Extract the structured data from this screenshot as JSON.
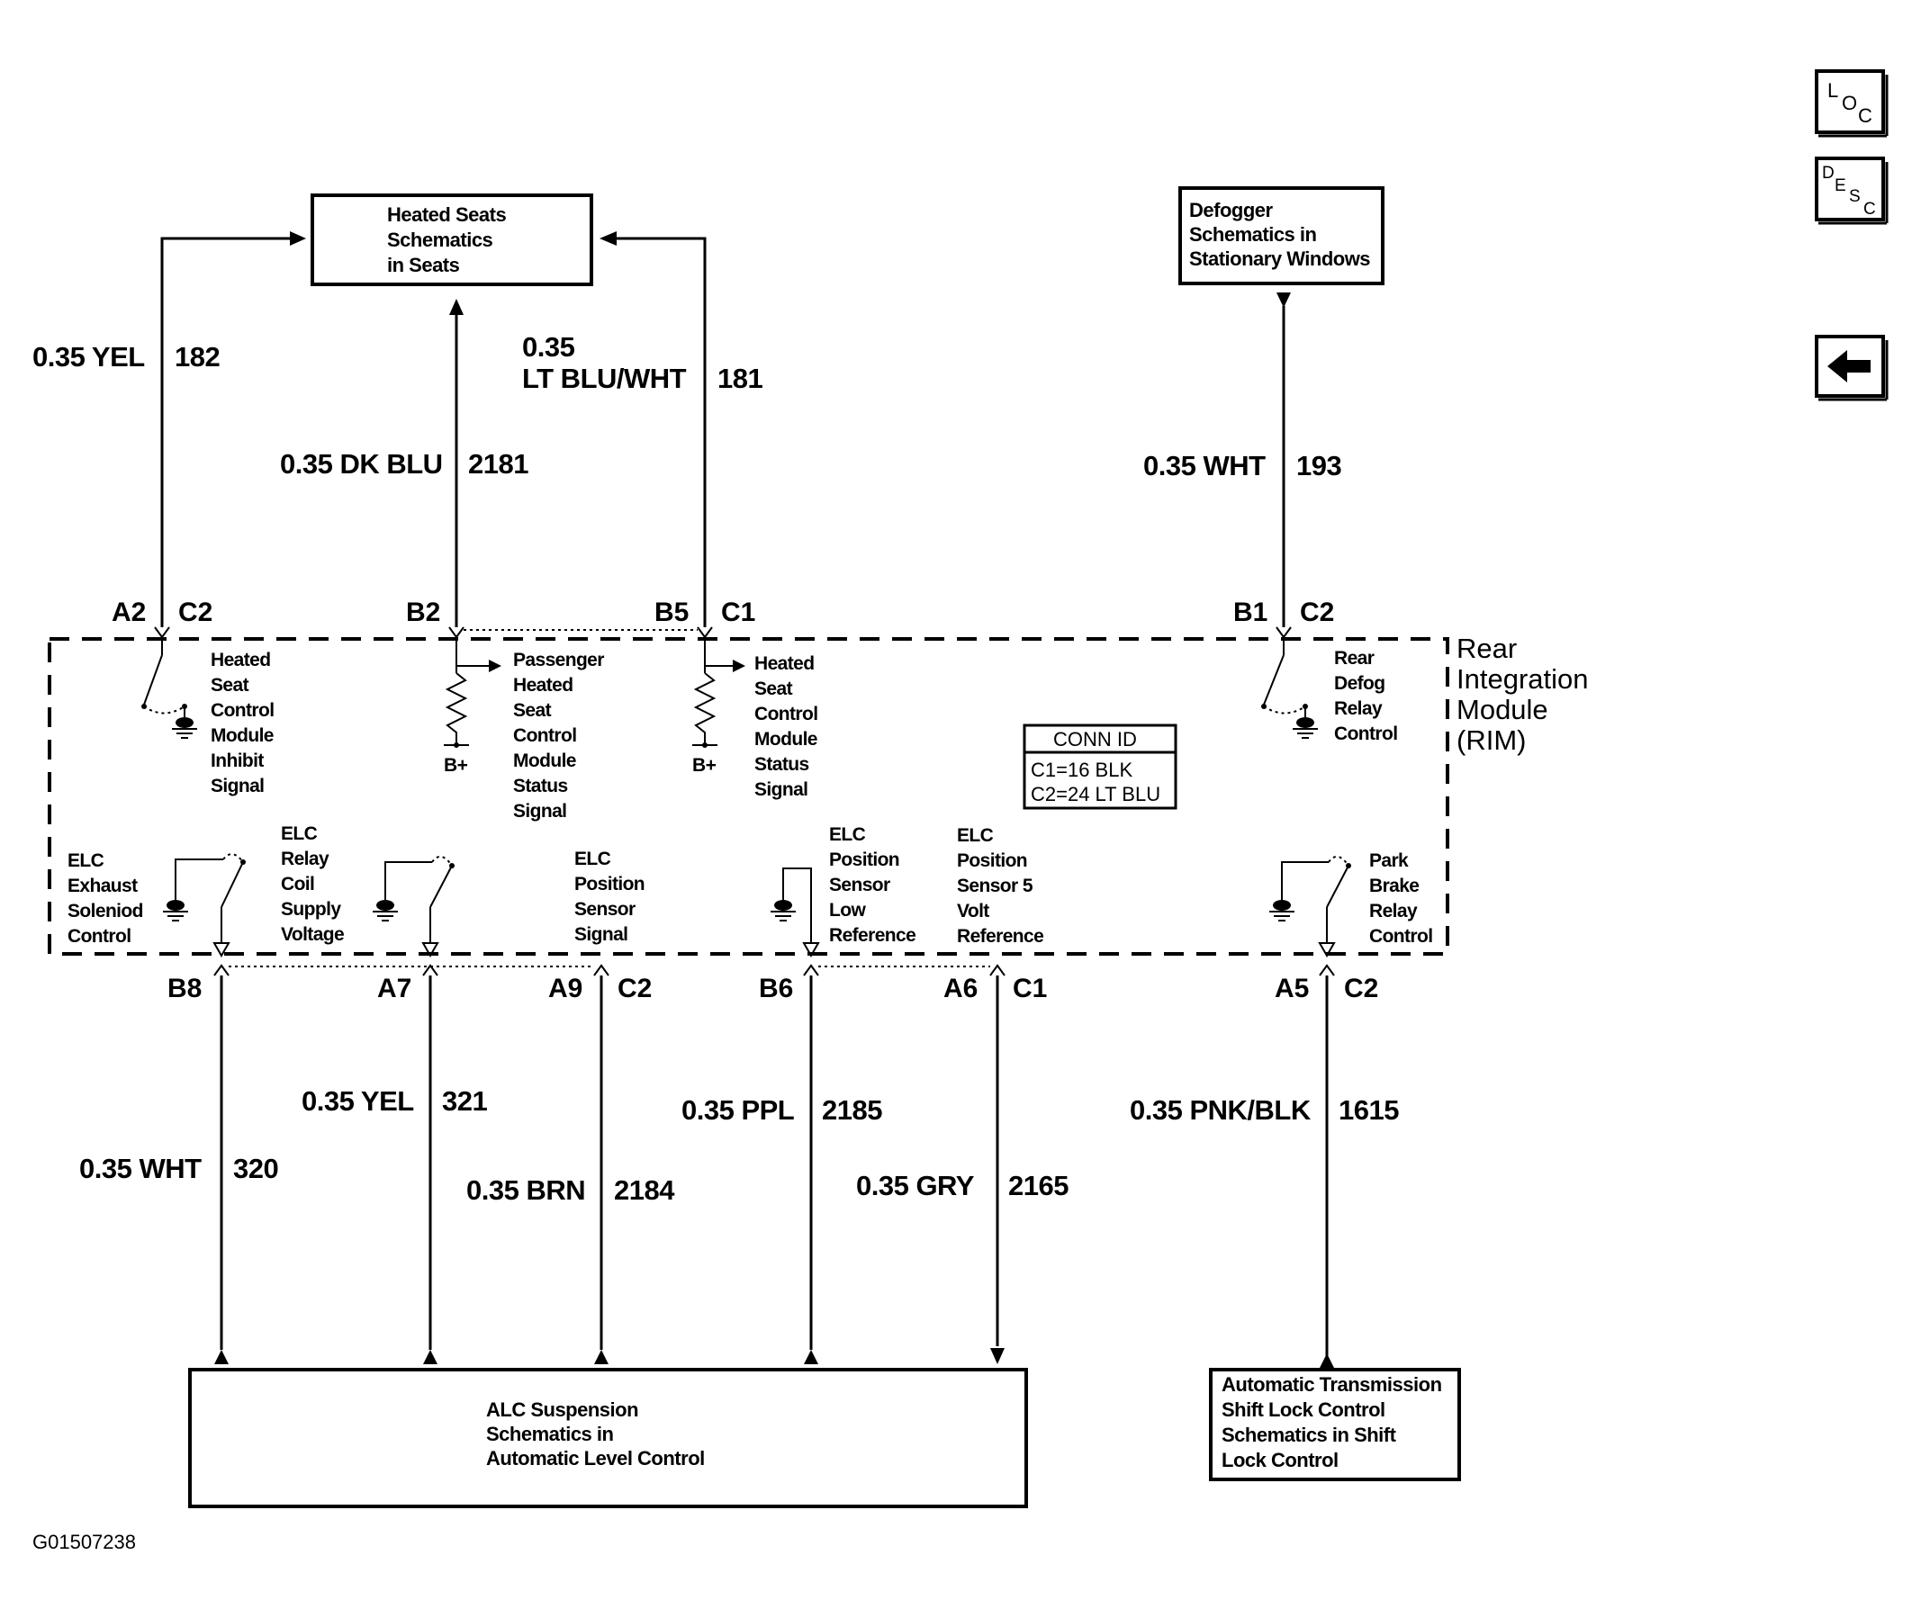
{
  "boxes": {
    "heated_seats": [
      "Heated Seats",
      "Schematics",
      "in Seats"
    ],
    "defogger": [
      "Defogger",
      "Schematics in",
      "Stationary Windows"
    ],
    "alc": [
      "ALC Suspension",
      "Schematics in",
      "Automatic Level Control"
    ],
    "trans": [
      "Automatic Transmission",
      "Shift Lock Control",
      "Schematics in Shift",
      "Lock Control"
    ]
  },
  "nav": {
    "loc": [
      "L",
      "O",
      "C"
    ],
    "desc": [
      "D",
      "E",
      "S",
      "C"
    ],
    "back_icon": "left-arrow-icon"
  },
  "top_wires": {
    "w182": {
      "color": "0.35 YEL",
      "circuit": "182"
    },
    "w2181": {
      "color": "0.35 DK BLU",
      "circuit": "2181"
    },
    "w181": {
      "color_line1": "0.35",
      "color_line2": "LT BLU/WHT",
      "circuit": "181"
    },
    "w193": {
      "color": "0.35 WHT",
      "circuit": "193"
    }
  },
  "top_pins": {
    "a2": "A2",
    "c2a": "C2",
    "b2": "B2",
    "b5": "B5",
    "c1a": "C1",
    "b1": "B1",
    "c2b": "C2"
  },
  "bottom_pins": {
    "b8": "B8",
    "a7": "A7",
    "a9": "A9",
    "c2c": "C2",
    "b6": "B6",
    "a6": "A6",
    "c1b": "C1",
    "a5": "A5",
    "c2d": "C2"
  },
  "bottom_wires": {
    "w320": {
      "color": "0.35 WHT",
      "circuit": "320"
    },
    "w321": {
      "color": "0.35 YEL",
      "circuit": "321"
    },
    "w2184": {
      "color": "0.35 BRN",
      "circuit": "2184"
    },
    "w2185": {
      "color": "0.35 PPL",
      "circuit": "2185"
    },
    "w2165": {
      "color": "0.35 GRY",
      "circuit": "2165"
    },
    "w1615": {
      "color": "0.35 PNK/BLK",
      "circuit": "1615"
    }
  },
  "module": {
    "name": [
      "Rear",
      "Integration",
      "Module",
      "(RIM)"
    ],
    "conn_id": {
      "title": "CONN ID",
      "c1": "C1=16 BLK",
      "c2": "C2=24 LT BLU"
    },
    "bplus": "B+",
    "func": {
      "heated_inhibit": [
        "Heated",
        "Seat",
        "Control",
        "Module",
        "Inhibit",
        "Signal"
      ],
      "pass_status": [
        "Passenger",
        "Heated",
        "Seat",
        "Control",
        "Module",
        "Status",
        "Signal"
      ],
      "seat_status": [
        "Heated",
        "Seat",
        "Control",
        "Module",
        "Status",
        "Signal"
      ],
      "rear_defog": [
        "Rear",
        "Defog",
        "Relay",
        "Control"
      ],
      "elc_exhaust": [
        "ELC",
        "Exhaust",
        "Soleniod",
        "Control"
      ],
      "elc_relay": [
        "ELC",
        "Relay",
        "Coil",
        "Supply",
        "Voltage"
      ],
      "elc_pos_signal": [
        "ELC",
        "Position",
        "Sensor",
        "Signal"
      ],
      "elc_low_ref": [
        "ELC",
        "Position",
        "Sensor",
        "Low",
        "Reference"
      ],
      "elc_5v_ref": [
        "ELC",
        "Position",
        "Sensor 5",
        "Volt",
        "Reference"
      ],
      "park_brake": [
        "Park",
        "Brake",
        "Relay",
        "Control"
      ]
    }
  },
  "figure_id": "G01507238"
}
